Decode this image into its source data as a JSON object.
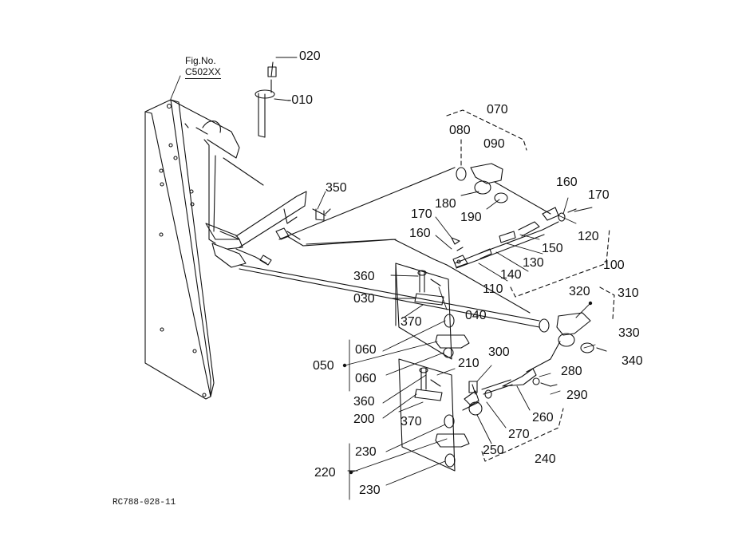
{
  "figure": {
    "fig_label": "Fig.No.",
    "fig_code": "C502XX",
    "drawing_id": "RC788-028-11"
  },
  "parts": [
    {
      "code": "020"
    },
    {
      "code": "-010"
    },
    {
      "code": "070"
    },
    {
      "code": "080"
    },
    {
      "code": "090"
    },
    {
      "code": "350"
    },
    {
      "code": "180"
    },
    {
      "code": "160"
    },
    {
      "code": "170"
    },
    {
      "code": "190"
    },
    {
      "code": "170"
    },
    {
      "code": "120"
    },
    {
      "code": "160"
    },
    {
      "code": "150"
    },
    {
      "code": "130"
    },
    {
      "code": "100"
    },
    {
      "code": "140"
    },
    {
      "code": "110"
    },
    {
      "code": "360"
    },
    {
      "code": "030"
    },
    {
      "code": "040"
    },
    {
      "code": "370"
    },
    {
      "code": "320"
    },
    {
      "code": "310"
    },
    {
      "code": "330"
    },
    {
      "code": "340"
    },
    {
      "code": "060"
    },
    {
      "code": "050"
    },
    {
      "code": "060"
    },
    {
      "code": "300"
    },
    {
      "code": "210"
    },
    {
      "code": "280"
    },
    {
      "code": "290"
    },
    {
      "code": "360"
    },
    {
      "code": "200"
    },
    {
      "code": "370"
    },
    {
      "code": "260"
    },
    {
      "code": "270"
    },
    {
      "code": "230"
    },
    {
      "code": "250"
    },
    {
      "code": "240"
    },
    {
      "code": "220"
    },
    {
      "code": "230"
    }
  ]
}
